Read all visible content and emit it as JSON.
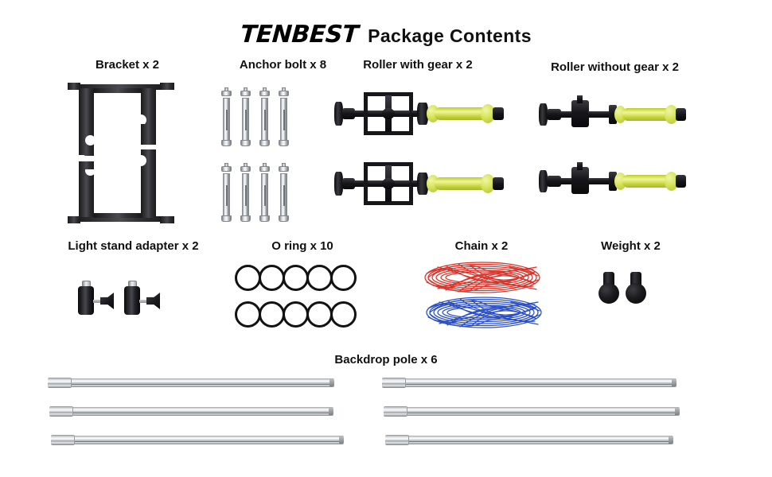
{
  "header": {
    "brand": "TENBEST",
    "title": "Package  Contents"
  },
  "sections": [
    {
      "id": "bracket",
      "label": "Bracket x 2",
      "qty": 2,
      "item": "bracket"
    },
    {
      "id": "anchor-bolt",
      "label": "Anchor bolt x 8",
      "qty": 8,
      "item": "anchor-bolt"
    },
    {
      "id": "roller-gear",
      "label": "Roller with gear x 2",
      "qty": 2,
      "item": "roller-with-gear"
    },
    {
      "id": "roller-plain",
      "label": "Roller without gear x 2",
      "qty": 2,
      "item": "roller-without-gear"
    },
    {
      "id": "adapter",
      "label": "Light stand adapter x 2",
      "qty": 2,
      "item": "light-stand-adapter"
    },
    {
      "id": "oring",
      "label": "O ring x 10",
      "qty": 10,
      "item": "o-ring"
    },
    {
      "id": "chain",
      "label": "Chain x 2",
      "qty": 2,
      "item": "chain"
    },
    {
      "id": "weight",
      "label": "Weight x 2",
      "qty": 2,
      "item": "weight"
    },
    {
      "id": "pole",
      "label": "Backdrop pole x 6",
      "qty": 6,
      "item": "backdrop-pole"
    }
  ],
  "colors": {
    "background": "#ffffff",
    "text": "#111111",
    "metal_black": "#16161a",
    "chrome": "#d6d9dc",
    "roller_yellow": "#d4e055",
    "chain_red": "#d9342b",
    "chain_blue": "#2a4fc4"
  },
  "chain_items": [
    {
      "name": "red-chain",
      "color": "#d9342b"
    },
    {
      "name": "blue-chain",
      "color": "#2a4fc4"
    }
  ]
}
